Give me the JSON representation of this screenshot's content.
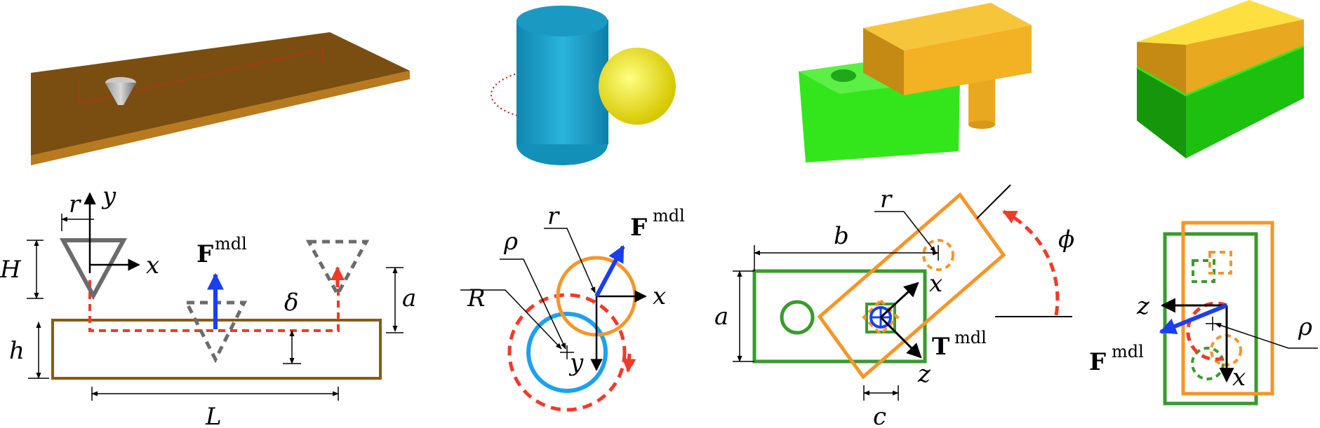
{
  "colors": {
    "wood_top": "#7a4e10",
    "wood_side": "#b77a1e",
    "outline_wood": "#8a5a10",
    "cylinder": "#1e9fc7",
    "sphere": "#f2ee1a",
    "green_block": "#33e61c",
    "yellow_block": "#f2b224",
    "gray": "#6b6b6b",
    "red_dashed": "#f03a2a",
    "blue_arrow": "#1a3ff0",
    "green_outline": "#3b9a2e",
    "orange_outline": "#f4962a",
    "blue_circle": "#1ea0ee"
  },
  "icons": [
    "cone-tool-icon",
    "cylinder-icon",
    "sphere-icon",
    "peg-block-icon",
    "stacked-block-icon"
  ],
  "panel1": {
    "r": "r",
    "y": "y",
    "x": "x",
    "H": "H",
    "h": "h",
    "L": "L",
    "a": "a",
    "delta": "δ",
    "F": "F",
    "F_sup": "mdl"
  },
  "panel2": {
    "r": "r",
    "rho": "ρ",
    "R": "R",
    "x": "x",
    "y": "y",
    "F": "F",
    "F_sup": "mdl"
  },
  "panel3": {
    "r": "r",
    "b": "b",
    "a": "a",
    "x": "x",
    "z": "z",
    "c": "c",
    "phi": "ϕ",
    "T": "T",
    "T_sup": "mdl"
  },
  "panel4": {
    "z": "z",
    "x": "x",
    "rho": "ρ",
    "F": "F",
    "F_sup": "mdl"
  }
}
